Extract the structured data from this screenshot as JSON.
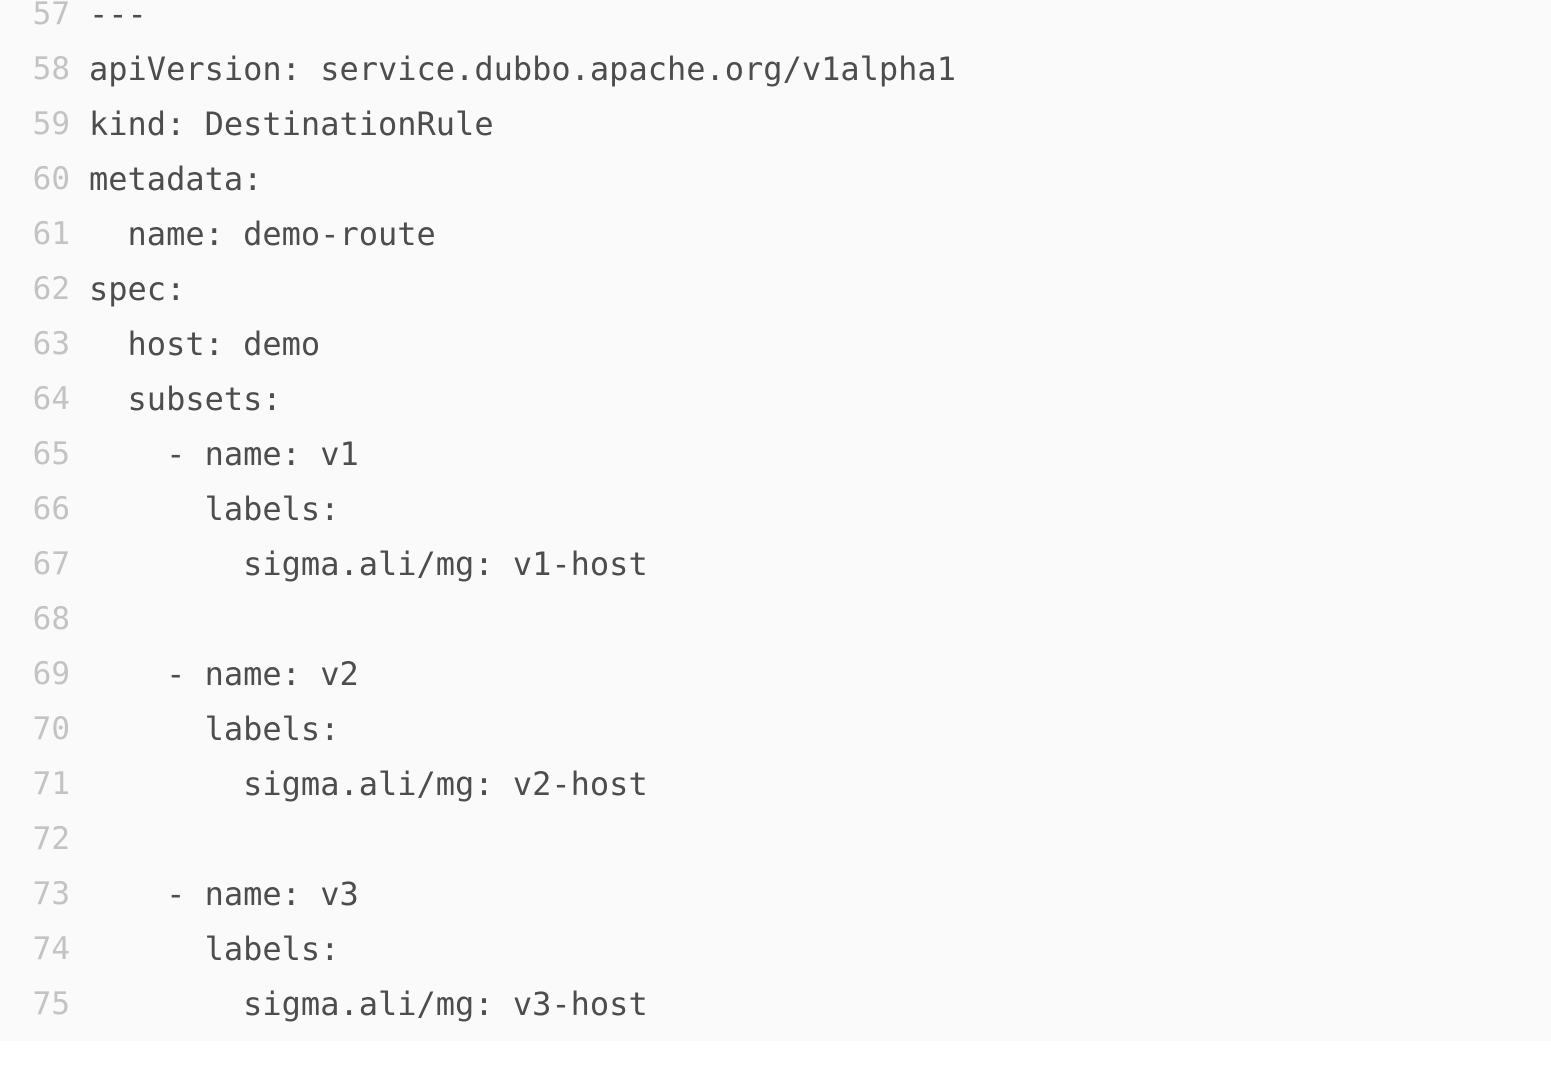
{
  "code_viewer": {
    "language": "yaml",
    "first_line_number": 57,
    "last_line_number": 75,
    "lines": [
      {
        "number": "57",
        "text": "---"
      },
      {
        "number": "58",
        "text": "apiVersion: service.dubbo.apache.org/v1alpha1"
      },
      {
        "number": "59",
        "text": "kind: DestinationRule"
      },
      {
        "number": "60",
        "text": "metadata:"
      },
      {
        "number": "61",
        "text": "  name: demo-route"
      },
      {
        "number": "62",
        "text": "spec:"
      },
      {
        "number": "63",
        "text": "  host: demo"
      },
      {
        "number": "64",
        "text": "  subsets:"
      },
      {
        "number": "65",
        "text": "    - name: v1"
      },
      {
        "number": "66",
        "text": "      labels:"
      },
      {
        "number": "67",
        "text": "        sigma.ali/mg: v1-host"
      },
      {
        "number": "68",
        "text": ""
      },
      {
        "number": "69",
        "text": "    - name: v2"
      },
      {
        "number": "70",
        "text": "      labels:"
      },
      {
        "number": "71",
        "text": "        sigma.ali/mg: v2-host"
      },
      {
        "number": "72",
        "text": ""
      },
      {
        "number": "73",
        "text": "    - name: v3"
      },
      {
        "number": "74",
        "text": "      labels:"
      },
      {
        "number": "75",
        "text": "        sigma.ali/mg: v3-host"
      }
    ]
  },
  "colors": {
    "background": "#fafafa",
    "line_number": "#c3c3c3",
    "code_text": "#4d4d4d",
    "footer_background": "#ffffff"
  }
}
